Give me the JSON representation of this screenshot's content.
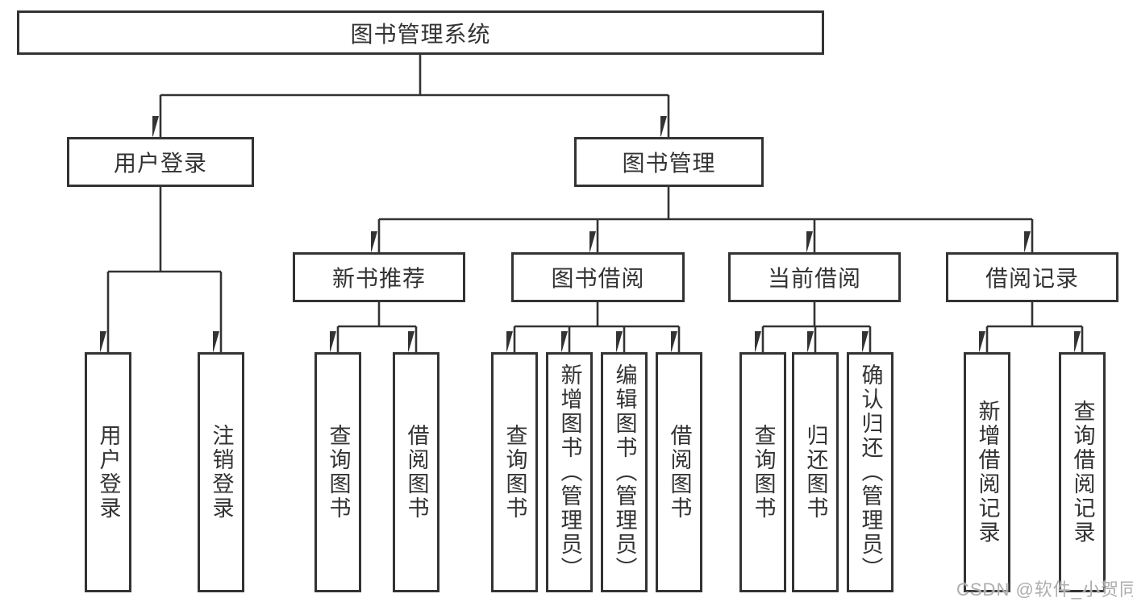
{
  "diagram": {
    "root": {
      "label": "图书管理系统"
    },
    "level2": [
      {
        "label": "用户登录"
      },
      {
        "label": "图书管理"
      }
    ],
    "level3": [
      {
        "label": "新书推荐"
      },
      {
        "label": "图书借阅"
      },
      {
        "label": "当前借阅"
      },
      {
        "label": "借阅记录"
      }
    ],
    "leaves": {
      "user_login": [
        "用户登录",
        "注销登录"
      ],
      "new_book": [
        "查询图书",
        "借阅图书"
      ],
      "book_borrow": [
        "查询图书",
        "新增图书（管理员）",
        "编辑图书（管理员）",
        "借阅图书"
      ],
      "current_borrow": [
        "查询图书",
        "归还图书",
        "确认归还（管理员）"
      ],
      "borrow_records": [
        "新增借阅记录",
        "查询借阅记录"
      ]
    }
  },
  "watermark": {
    "text": "CSDN @软件_小贺同学"
  },
  "colors": {
    "line": "#333333",
    "text": "#333333",
    "background": "#ffffff",
    "watermark": "#aeaeae"
  }
}
